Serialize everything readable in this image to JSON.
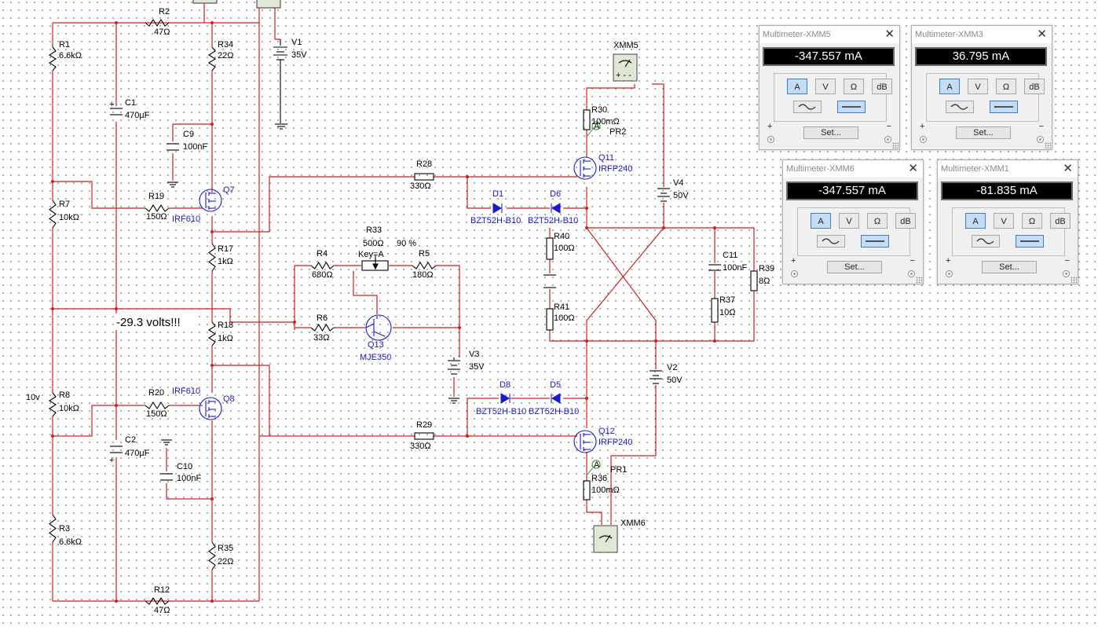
{
  "schematic": {
    "annotations": {
      "volts_note": "-29.3 volts!!!",
      "left_note": "10v"
    },
    "resistors": {
      "R1": {
        "name": "R1",
        "value": "6.6kΩ"
      },
      "R2": {
        "name": "R2",
        "value": "47Ω"
      },
      "R3": {
        "name": "R3",
        "value": "6.6kΩ"
      },
      "R4": {
        "name": "R4",
        "value": "680Ω"
      },
      "R5": {
        "name": "R5",
        "value": "180Ω"
      },
      "R6": {
        "name": "R6",
        "value": "33Ω"
      },
      "R7": {
        "name": "R7",
        "value": "10kΩ"
      },
      "R8": {
        "name": "R8",
        "value": "10kΩ"
      },
      "R12": {
        "name": "R12",
        "value": "47Ω"
      },
      "R17": {
        "name": "R17",
        "value": "1kΩ"
      },
      "R18": {
        "name": "R18",
        "value": "1kΩ"
      },
      "R19": {
        "name": "R19",
        "value": "150Ω"
      },
      "R20": {
        "name": "R20",
        "value": "150Ω"
      },
      "R28": {
        "name": "R28",
        "value": "330Ω"
      },
      "R29": {
        "name": "R29",
        "value": "330Ω"
      },
      "R30": {
        "name": "R30",
        "value": "100mΩ"
      },
      "R34": {
        "name": "R34",
        "value": "22Ω"
      },
      "R35": {
        "name": "R35",
        "value": "22Ω"
      },
      "R36": {
        "name": "R36",
        "value": "100mΩ"
      },
      "R37": {
        "name": "R37",
        "value": "10Ω"
      },
      "R39": {
        "name": "R39",
        "value": "8Ω"
      },
      "R40": {
        "name": "R40",
        "value": "100Ω"
      },
      "R41": {
        "name": "R41",
        "value": "100Ω"
      }
    },
    "potentiometer": {
      "name": "R33",
      "value": "500Ω",
      "key": "Key=A",
      "percent": "90 %"
    },
    "capacitors": {
      "C1": {
        "name": "C1",
        "value": "470µF"
      },
      "C2": {
        "name": "C2",
        "value": "470µF"
      },
      "C9": {
        "name": "C9",
        "value": "100nF"
      },
      "C10": {
        "name": "C10",
        "value": "100nF"
      },
      "C11": {
        "name": "C11",
        "value": "100nF"
      }
    },
    "sources": {
      "V1": {
        "name": "V1",
        "value": "35V"
      },
      "V2": {
        "name": "V2",
        "value": "50V"
      },
      "V3": {
        "name": "V3",
        "value": "35V"
      },
      "V4": {
        "name": "V4",
        "value": "50V"
      }
    },
    "transistors": {
      "Q7": {
        "name": "Q7",
        "part": "IRF610"
      },
      "Q8": {
        "name": "Q8",
        "part": "IRF610"
      },
      "Q11": {
        "name": "Q11",
        "part": "IRFP240"
      },
      "Q12": {
        "name": "Q12",
        "part": "IRFP240"
      },
      "Q13": {
        "name": "Q13",
        "part": "MJE350"
      }
    },
    "diodes": {
      "D1": {
        "name": "D1",
        "part": "BZT52H-B10"
      },
      "D5": {
        "name": "D5",
        "part": "BZT52H-B10"
      },
      "D6": {
        "name": "D6",
        "part": "BZT52H-B10"
      },
      "D8": {
        "name": "D8",
        "part": "BZT52H-B10"
      }
    },
    "probes": {
      "PR1": "PR1",
      "PR2": "PR2",
      "probe_letter": "A"
    },
    "meters": {
      "XMM5": "XMM5",
      "XMM6": "XMM6"
    }
  },
  "multimeters": [
    {
      "id": "xmm5",
      "title": "Multimeter-XMM5",
      "reading": "-347.557 mA"
    },
    {
      "id": "xmm3",
      "title": "Multimeter-XMM3",
      "reading": "36.795 mA"
    },
    {
      "id": "xmm6",
      "title": "Multimeter-XMM6",
      "reading": "-347.557 mA"
    },
    {
      "id": "xmm1",
      "title": "Multimeter-XMM1",
      "reading": "-81.835 mA"
    }
  ],
  "multimeter_controls": {
    "modes": [
      "A",
      "V",
      "Ω",
      "dB"
    ],
    "selected_mode": "A",
    "selected_wave": "dc",
    "set_label": "Set...",
    "plus": "+",
    "minus": "−",
    "close": "✕"
  }
}
